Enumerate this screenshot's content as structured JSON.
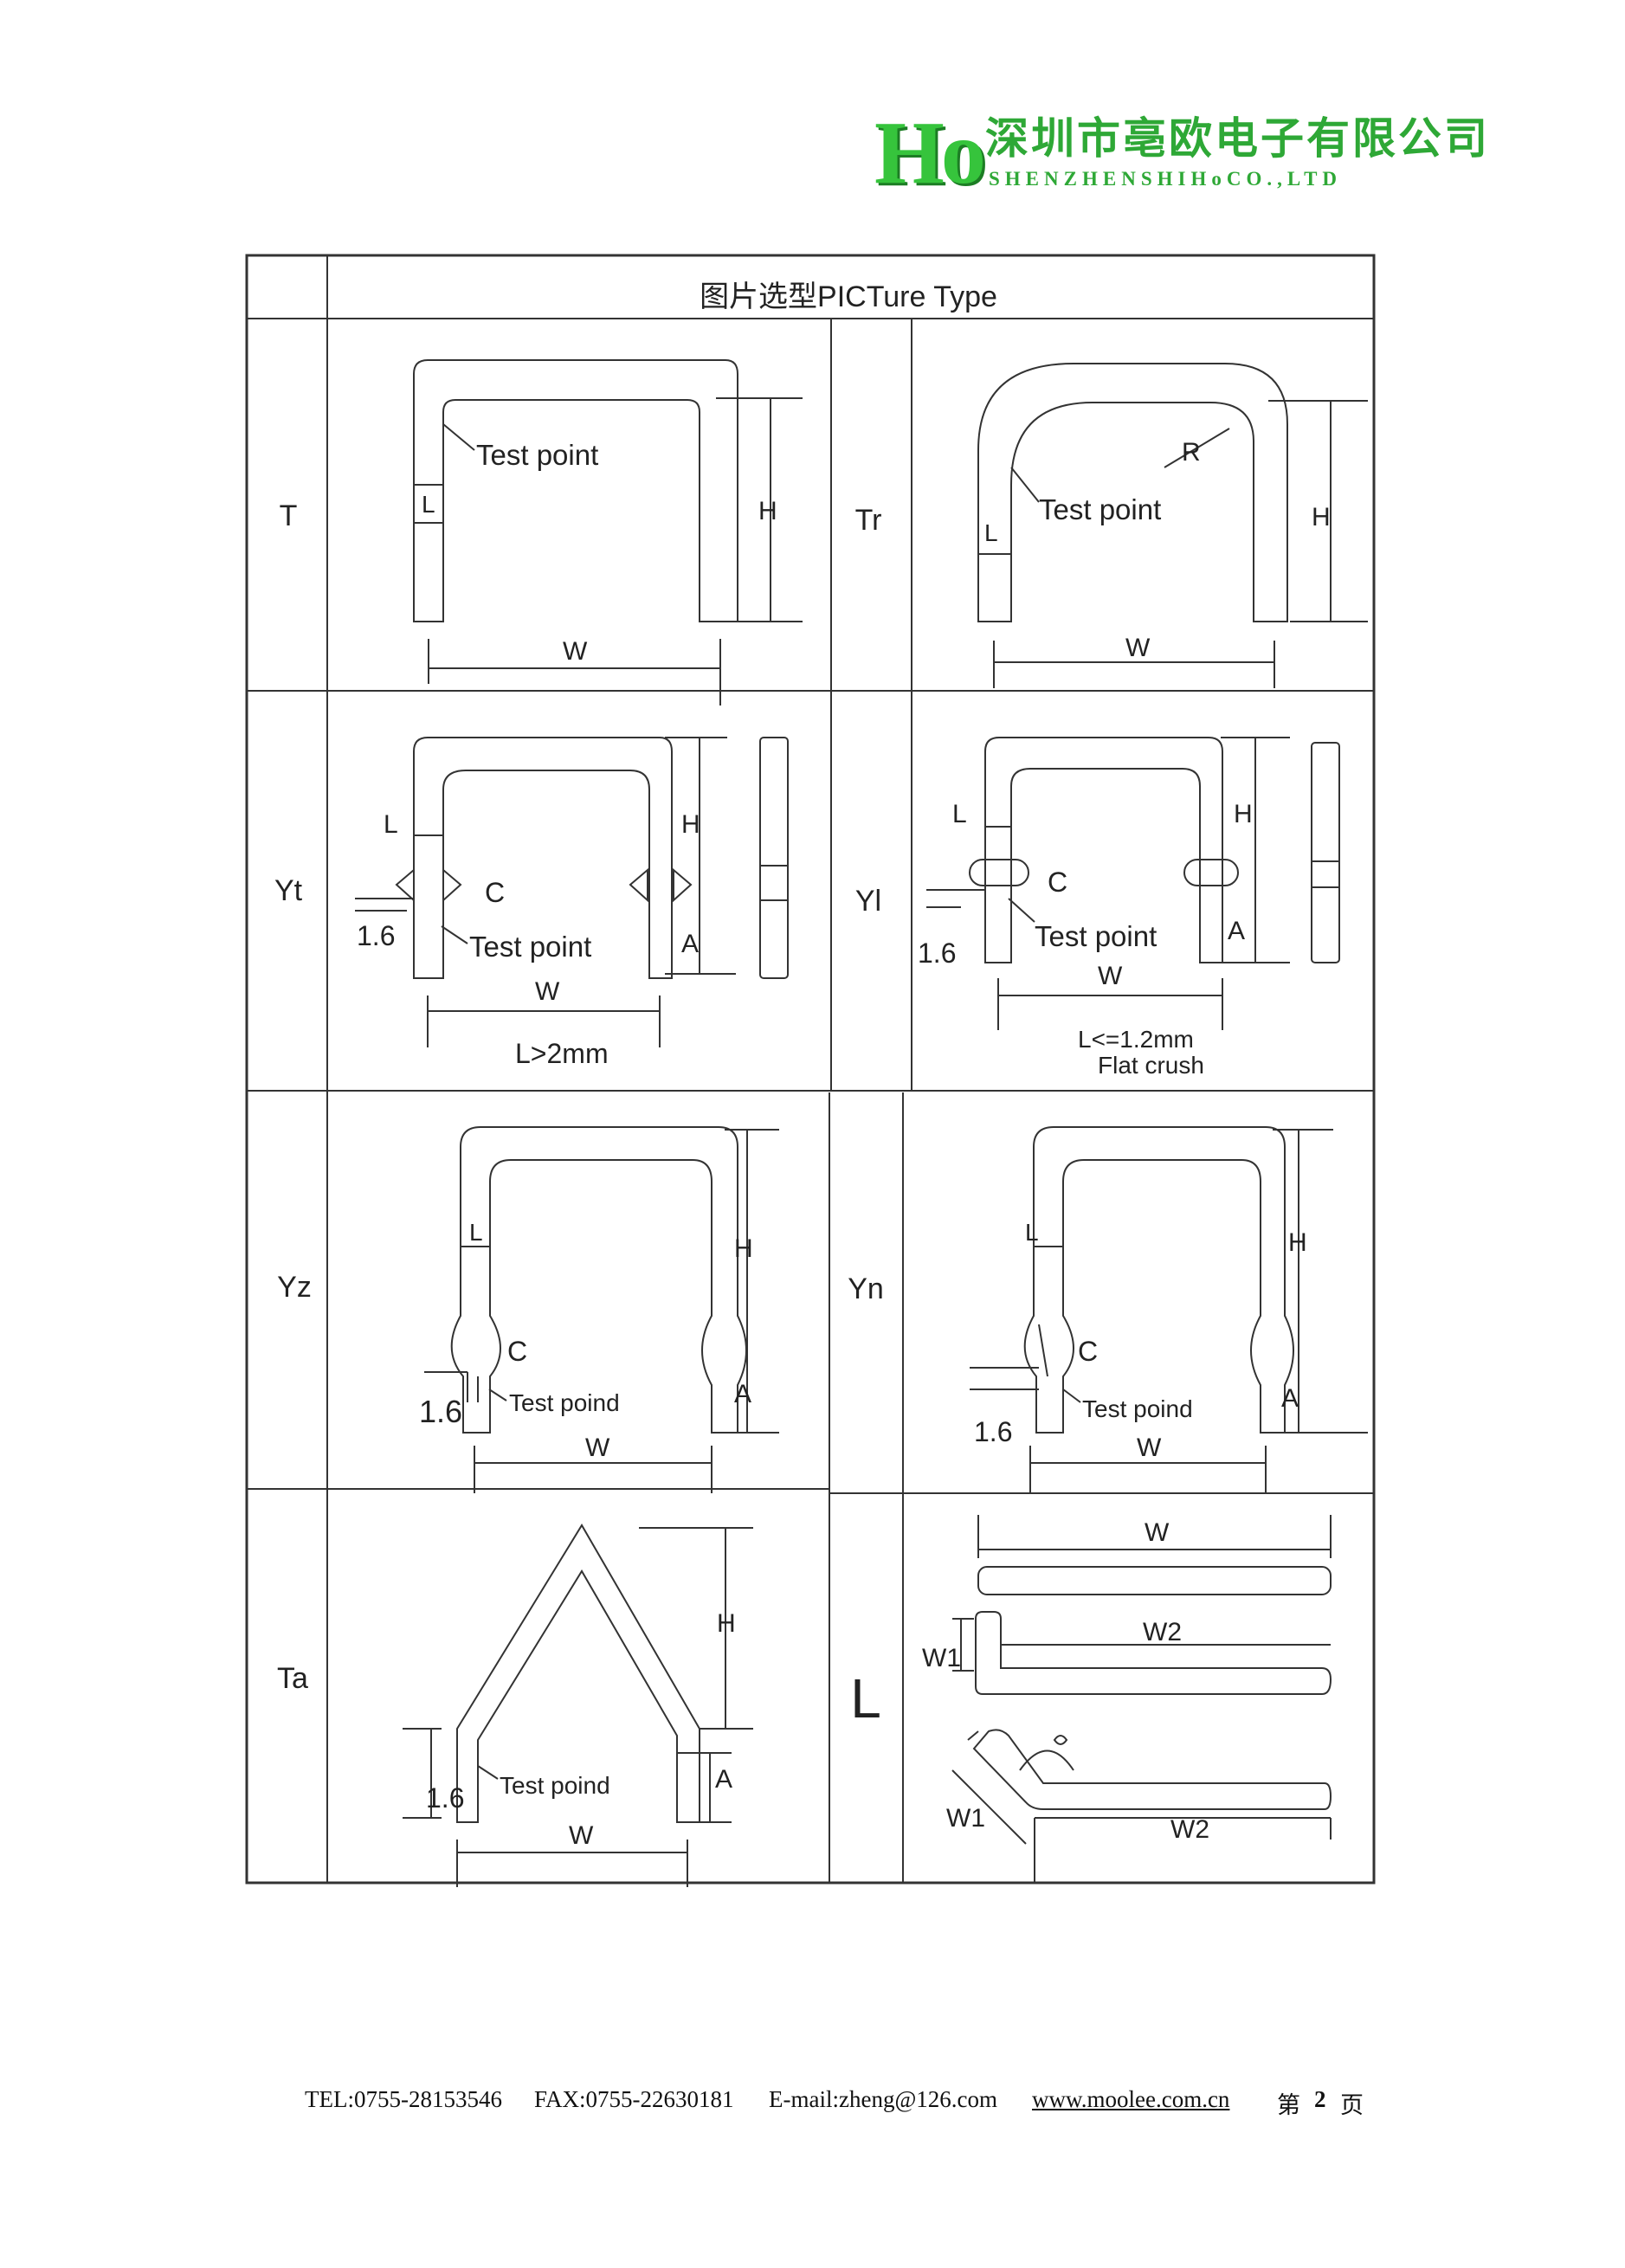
{
  "header": {
    "logo_mark": "Ho",
    "company_cn": "深圳市亳欧电子有限公司",
    "company_en": "SHENZHENSHIHoCO.,LTD"
  },
  "table": {
    "title": "图片选型PICTure Type",
    "row_labels": [
      "T",
      "Tr",
      "Yt",
      "Yl",
      "Yz",
      "Yn",
      "Ta",
      "L"
    ]
  },
  "panels": {
    "t": {
      "test_point": "Test point",
      "l": "L",
      "h": "H",
      "w": "W"
    },
    "tr": {
      "test_point": "Test point",
      "l": "L",
      "r": "R",
      "h": "H",
      "w": "W"
    },
    "yt": {
      "l": "L",
      "h": "H",
      "c": "C",
      "pitch": "1.6",
      "test_point": "Test point",
      "a": "A",
      "w": "W",
      "note": "L>2mm"
    },
    "yl": {
      "l": "L",
      "h": "H",
      "c": "C",
      "pitch": "1.6",
      "test_point": "Test point",
      "a": "A",
      "w": "W",
      "note1": "L<=1.2mm",
      "note2": "Flat crush"
    },
    "yz": {
      "l": "L",
      "h": "H",
      "c": "C",
      "pitch": "1.6",
      "test_point": "Test poind",
      "a": "A",
      "w": "W"
    },
    "yn": {
      "l": "L",
      "h": "H",
      "c": "C",
      "pitch": "1.6",
      "test_point": "Test poind",
      "a": "A",
      "w": "W"
    },
    "ta": {
      "h": "H",
      "pitch": "1.6",
      "test_point": "Test poind",
      "a": "A",
      "w": "W"
    },
    "lt": {
      "w": "W",
      "w1": "W1",
      "w2": "W2",
      "w1b": "W1",
      "w2b": "W2"
    }
  },
  "footer": {
    "tel": "TEL:0755-28153546",
    "fax": "FAX:0755-22630181",
    "email": "E-mail:zheng@126.com",
    "website": "www.moolee.com.cn",
    "page_prefix": "第",
    "page_number": "2",
    "page_suffix": "页"
  }
}
